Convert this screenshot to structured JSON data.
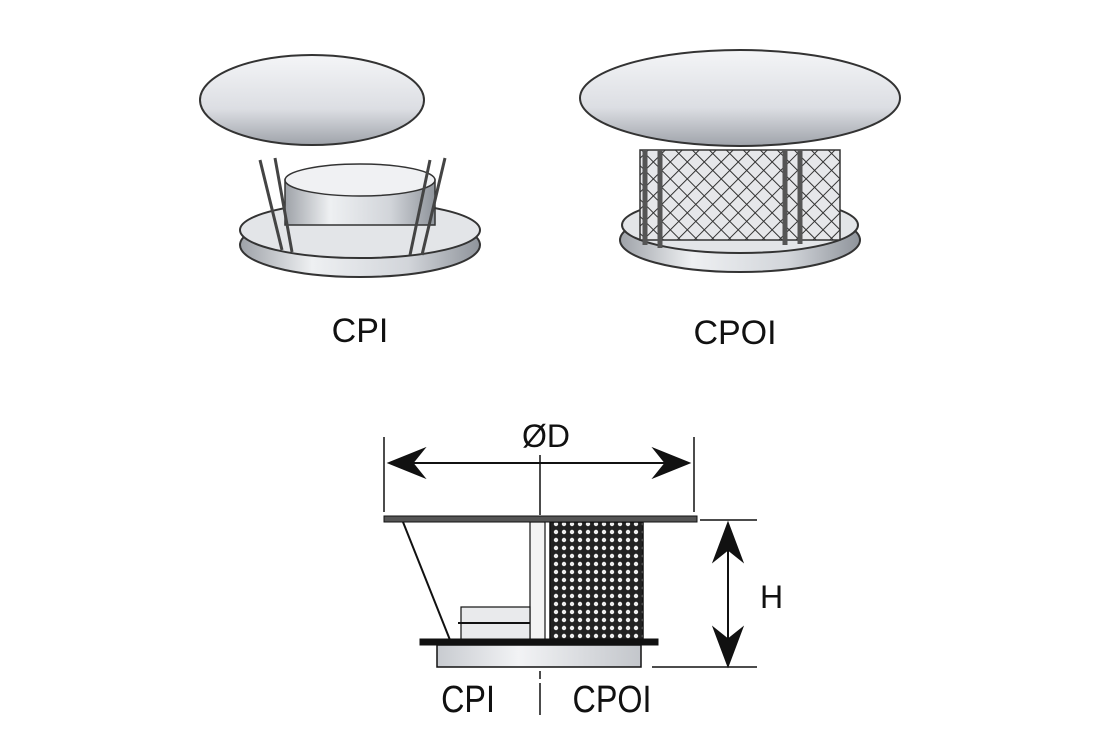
{
  "products": [
    {
      "label": "CPI"
    },
    {
      "label": "CPOI"
    }
  ],
  "section": {
    "diameter_label": "ØD",
    "height_label": "H",
    "left_label": "CPI",
    "right_label": "CPOI"
  },
  "colors": {
    "line": "#111111",
    "metal": "#d9dbe0"
  }
}
